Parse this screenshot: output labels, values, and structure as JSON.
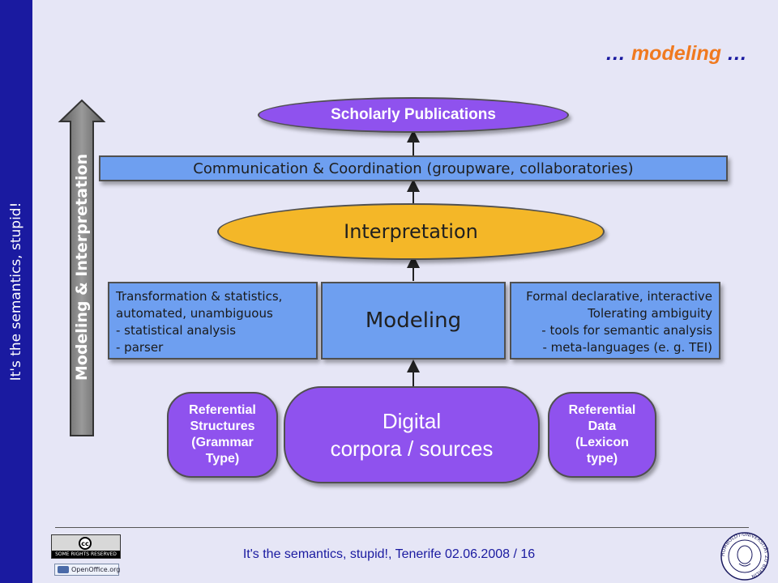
{
  "sidebar": {
    "text": "It's the semantics, stupid!"
  },
  "title": {
    "dots_left": "…",
    "text": "modeling",
    "dots_right": "…"
  },
  "diagram": {
    "vertical_arrow_label": "Modeling & Interpretation",
    "nodes": {
      "publications": "Scholarly Publications",
      "communication": "Communication & Coordination (groupware, collaboratories)",
      "interpretation": "Interpretation",
      "modeling": "Modeling",
      "left_box": "Transformation & statistics,\nautomated, unambiguous\n- statistical analysis\n- parser",
      "right_box": "Formal declarative, interactive\nTolerating ambiguity\n- tools for semantic analysis\n- meta-languages (e. g. TEI)",
      "digital_line1": "Digital",
      "digital_line2": "corpora / sources",
      "ref_structures": "Referential\nStructures\n(Grammar\nType)",
      "ref_data": "Referential\nData\n(Lexicon\ntype)"
    }
  },
  "footer": {
    "text": "It's the semantics, stupid!, Tenerife 02.06.2008 / 16",
    "cc_symbol": "cc",
    "cc_label": "SOME RIGHTS RESERVED",
    "openoffice_label": "OpenOffice.org",
    "seal_text": "HUMBOLDT-UNIVERSITÄT ZU BERLIN"
  },
  "colors": {
    "sidebar": "#1a1aa0",
    "background": "#e6e6f6",
    "title_accent": "#f07a20",
    "purple": "#8f52ee",
    "blue": "#6e9ff0",
    "yellow": "#f4b728"
  }
}
